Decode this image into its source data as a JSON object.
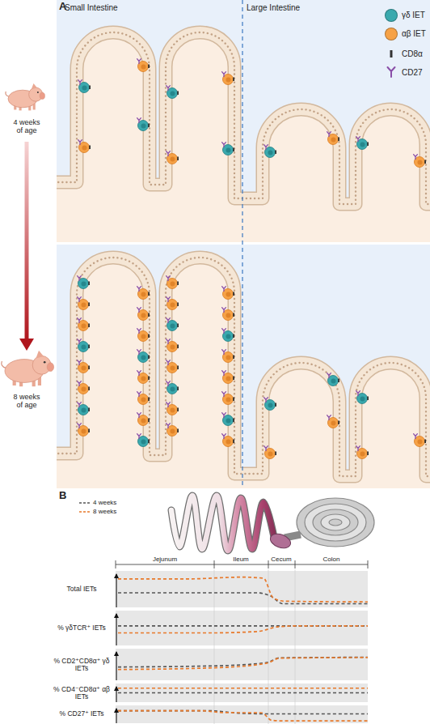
{
  "diagram": {
    "nodes": [
      {
        "text": [
          "Total IETs"
        ]
      },
      {
        "text": [
          "% γδTCR⁺ IETs"
        ]
      },
      {
        "text": [
          "% CD2⁺CD8α⁺ γδ IETs"
        ]
      },
      {
        "text": [
          "% CD4⁻CD8α⁺ αβ IETs"
        ]
      },
      {
        "text": [
          "% CD27⁺ IETs"
        ]
      }
    ],
    "labels": [
      "A",
      "Small Intestine",
      "Large Intestine",
      "4 weeks of age",
      "8 weeks of age",
      "B",
      "Jejunum",
      "Ileum",
      "Cecum",
      "Colon"
    ],
    "legend": [
      {
        "text": "γδ IET",
        "color": "#3aa9ae"
      },
      {
        "text": "αβ IET",
        "color": "#f6a247"
      },
      {
        "text": "CD8α"
      },
      {
        "text": "CD27"
      },
      {
        "text": "4 weeks"
      },
      {
        "text": "8 weeks"
      }
    ]
  }
}
